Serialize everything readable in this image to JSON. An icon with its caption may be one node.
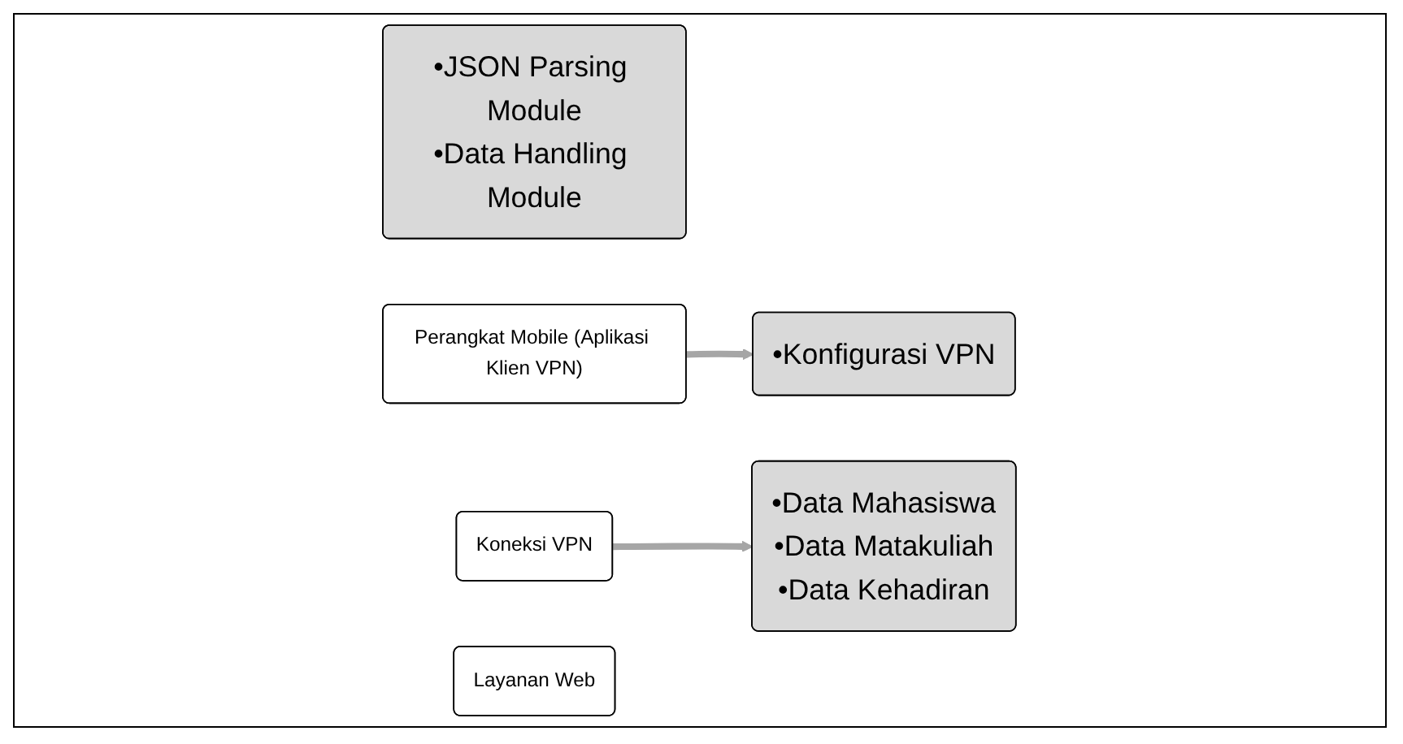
{
  "diagram": {
    "nodes": [
      {
        "text": [
          "•JSON Parsing Module",
          "•Data Handling Module"
        ]
      },
      {
        "text": [
          "Perangkat Mobile (Aplikasi Klien VPN)"
        ]
      },
      {
        "text": [
          "Koneksi VPN"
        ]
      },
      {
        "text": [
          "•Konfigurasi VPN"
        ]
      },
      {
        "text": [
          "•Data Mahasiswa",
          "•Data Matakuliah",
          "•Data Kehadiran"
        ]
      },
      {
        "text": [
          "Layanan Web"
        ]
      }
    ],
    "edges": [
      {
        "from": 1,
        "to": 3,
        "arrow": "to"
      },
      {
        "from": 2,
        "to": 4,
        "arrow": "to"
      }
    ]
  }
}
